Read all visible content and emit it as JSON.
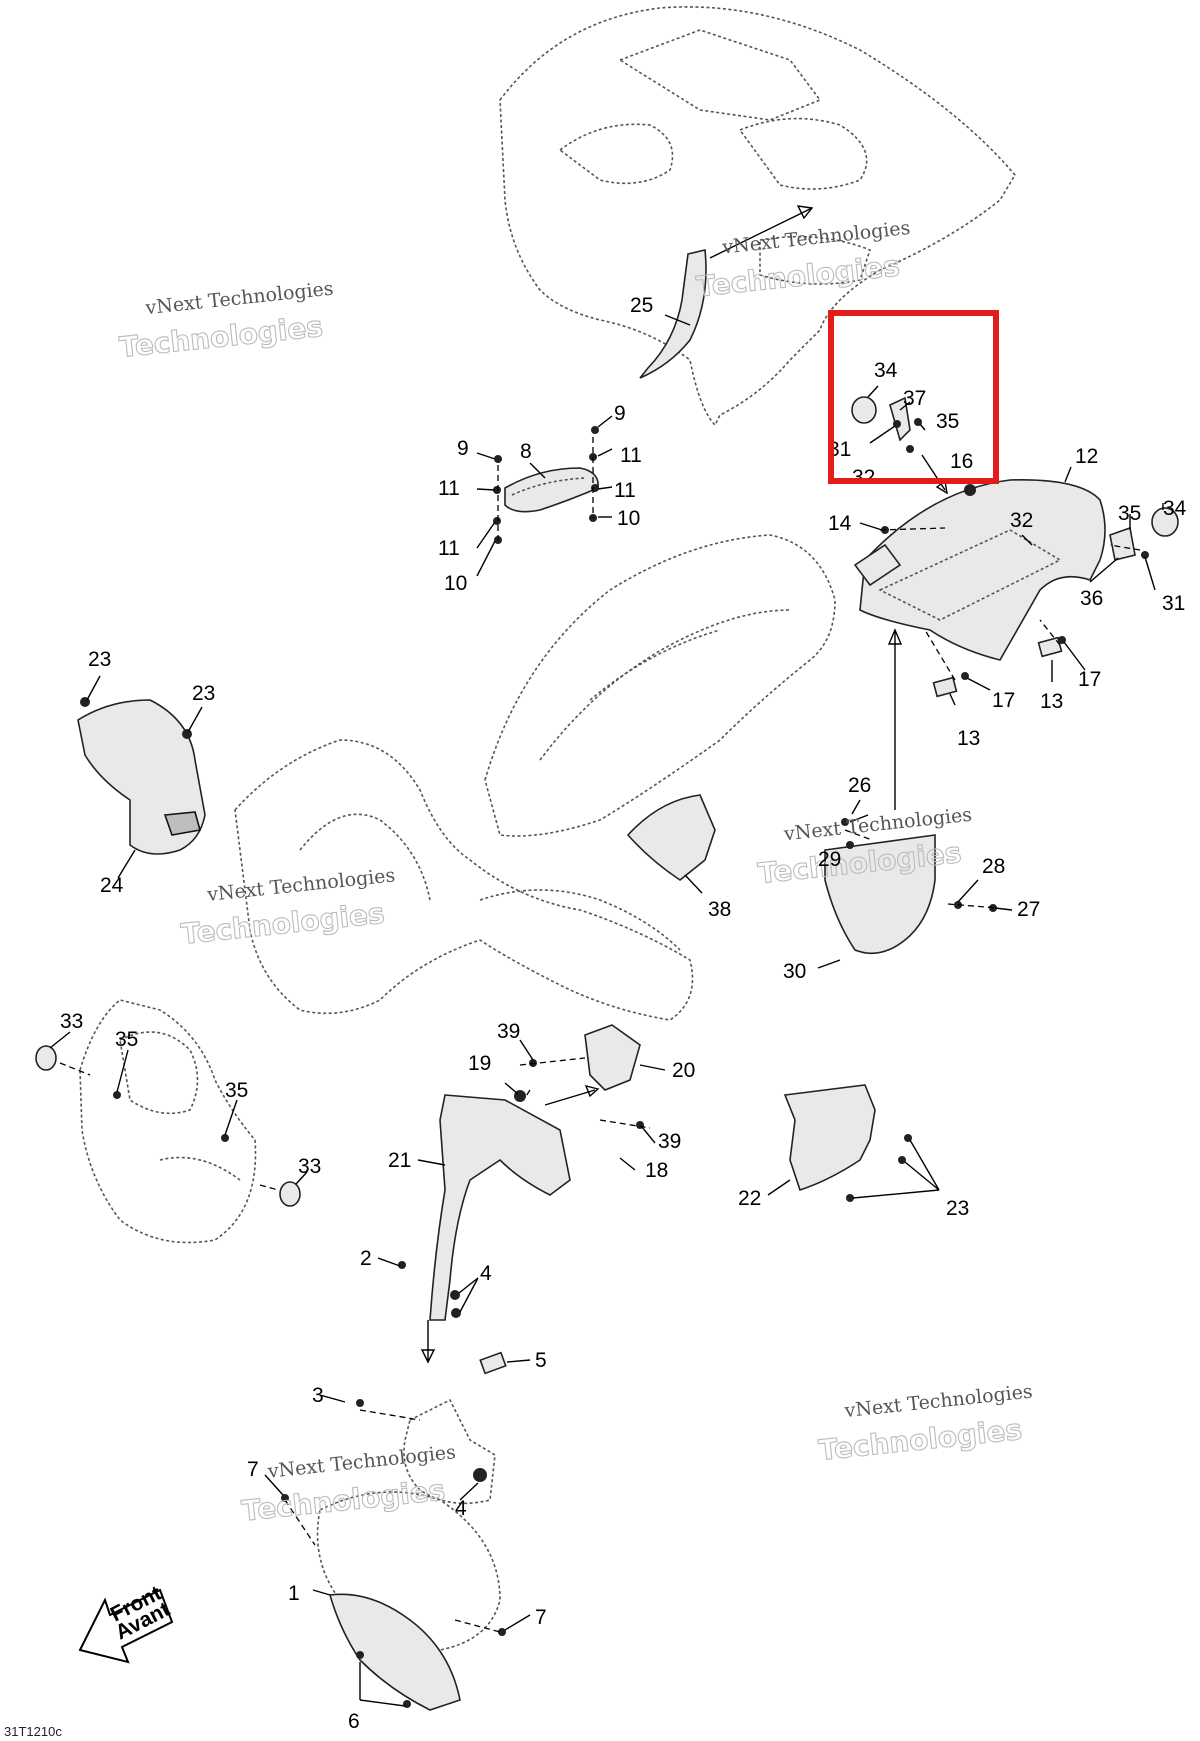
{
  "drawing_code": "31T1210c",
  "front_label": {
    "line1": "Front",
    "line2": "Avant"
  },
  "watermark": {
    "line1": "vNext Technologies",
    "line2": "Technologies"
  },
  "callouts": {
    "c1": "1",
    "c2": "2",
    "c3": "3",
    "c4a": "4",
    "c4b": "4",
    "c5": "5",
    "c6": "6",
    "c7a": "7",
    "c7b": "7",
    "c8": "8",
    "c9a": "9",
    "c9b": "9",
    "c10a": "10",
    "c10b": "10",
    "c11a": "11",
    "c11b": "11",
    "c11c": "11",
    "c11d": "11",
    "c12": "12",
    "c13a": "13",
    "c13b": "13",
    "c14": "14",
    "c16": "16",
    "c17a": "17",
    "c17b": "17",
    "c18": "18",
    "c19": "19",
    "c20": "20",
    "c21": "21",
    "c22": "22",
    "c23a": "23",
    "c23b": "23",
    "c23c": "23",
    "c24": "24",
    "c25": "25",
    "c26": "26",
    "c27": "27",
    "c28": "28",
    "c29": "29",
    "c30": "30",
    "c31a": "31",
    "c31b": "31",
    "c32a": "32",
    "c32b": "32",
    "c33a": "33",
    "c33b": "33",
    "c34a": "34",
    "c34b": "34",
    "c35a": "35",
    "c35b": "35",
    "c35c": "35",
    "c35d": "35",
    "c36": "36",
    "c37": "37",
    "c38": "38",
    "c39a": "39",
    "c39b": "39"
  },
  "highlight_color": "#e21b1b"
}
